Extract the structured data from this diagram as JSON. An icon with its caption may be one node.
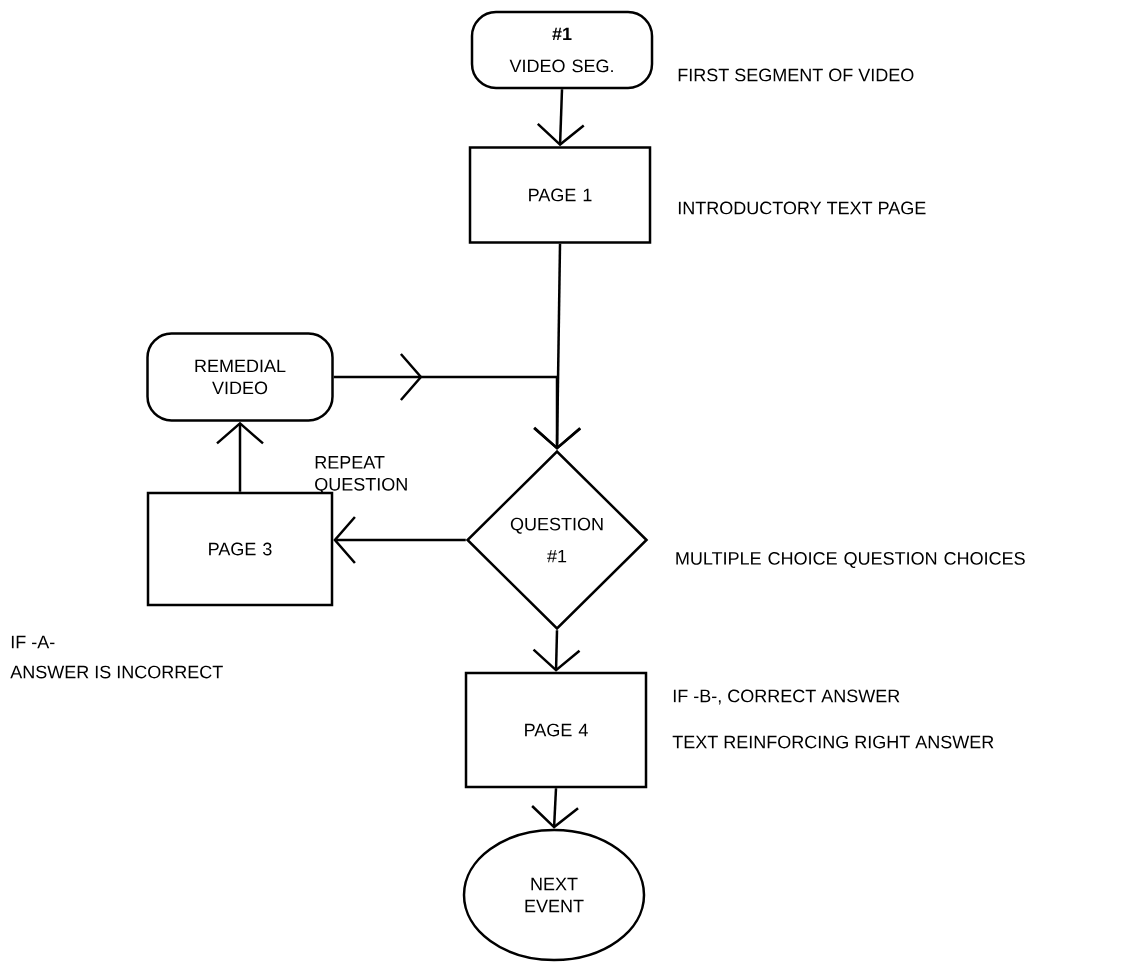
{
  "diagram": {
    "nodes": [
      {
        "text": [
          "#1",
          "VIDEO SEG."
        ],
        "beside": [
          "FIRST SEGMENT OF VIDEO"
        ]
      },
      {
        "text": [
          "PAGE 1"
        ],
        "beside": [
          "INTRODUCTORY TEXT PAGE"
        ]
      },
      {
        "text": [
          "REMEDIAL VIDEO"
        ]
      },
      {
        "text": [
          "QUESTION",
          "#1"
        ],
        "beside": [
          "MULTIPLE CHOICE QUESTION CHOICES"
        ]
      },
      {
        "text": [
          "PAGE 3"
        ],
        "beside": [
          "IF -A-",
          "ANSWER IS INCORRECT"
        ]
      },
      {
        "text": [
          "PAGE 4"
        ],
        "beside": [
          "IF -B-, CORRECT ANSWER",
          "TEXT REINFORCING RIGHT ANSWER"
        ]
      },
      {
        "text": [
          "NEXT EVENT"
        ]
      }
    ],
    "edges": [
      {
        "from": 0,
        "to": 1,
        "arrow": "to"
      },
      {
        "from": 1,
        "to": 3,
        "arrow": "to"
      },
      {
        "from": 2,
        "to": 3,
        "arrow": "to"
      },
      {
        "from": 3,
        "to": 4,
        "arrow": "to"
      },
      {
        "from": 4,
        "to": 2,
        "arrow": "to"
      },
      {
        "from": 3,
        "to": 5,
        "arrow": "to"
      },
      {
        "from": 5,
        "to": 6,
        "arrow": "to"
      }
    ],
    "labels": [
      "REPEAT QUESTION"
    ]
  }
}
